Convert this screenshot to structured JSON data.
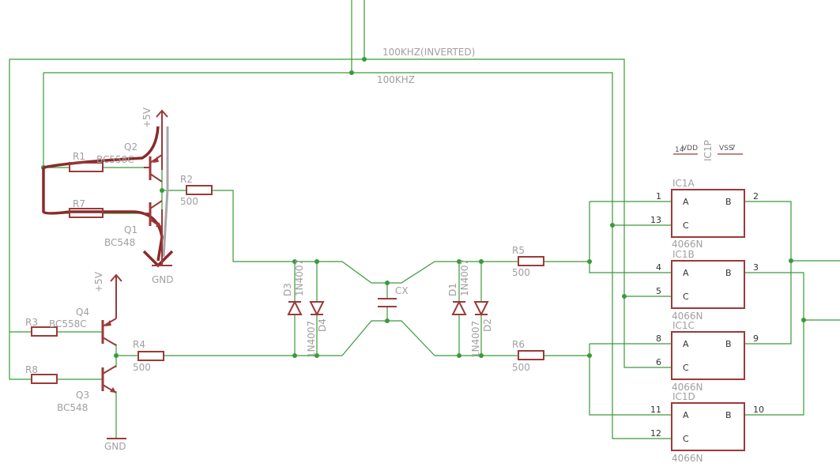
{
  "nets": {
    "inv": "100KHZ(INVERTED)",
    "clk": "100KHZ"
  },
  "supply": {
    "vcc": "+5V",
    "gnd": "GND"
  },
  "resistors": [
    {
      "name": "R1"
    },
    {
      "name": "R7"
    },
    {
      "name": "R3"
    },
    {
      "name": "R8"
    },
    {
      "name": "R2",
      "value": "500"
    },
    {
      "name": "R4",
      "value": "500"
    },
    {
      "name": "R5",
      "value": "500"
    },
    {
      "name": "R6",
      "value": "500"
    }
  ],
  "transistors": [
    {
      "name": "Q2",
      "type": "BC558C"
    },
    {
      "name": "Q1",
      "type": "BC548"
    },
    {
      "name": "Q4",
      "type": "BC558C"
    },
    {
      "name": "Q3",
      "type": "BC548"
    }
  ],
  "diodes": [
    {
      "name": "D3",
      "type": "1N4007"
    },
    {
      "name": "D4",
      "type": "1N4007"
    },
    {
      "name": "D1",
      "type": "1N4007"
    },
    {
      "name": "D2",
      "type": "1N4007"
    }
  ],
  "capacitor": {
    "name": "CX"
  },
  "ic_power": {
    "name": "IC1P",
    "vdd_pin": "14",
    "vdd": "VDD",
    "vss_pin": "7",
    "vss": "VSS"
  },
  "ic_gates": [
    {
      "name": "IC1A",
      "part": "4066N",
      "pin_a": "1",
      "pin_b": "2",
      "pin_c": "13"
    },
    {
      "name": "IC1B",
      "part": "4066N",
      "pin_a": "4",
      "pin_b": "3",
      "pin_c": "5"
    },
    {
      "name": "IC1C",
      "part": "4066N",
      "pin_a": "8",
      "pin_b": "9",
      "pin_c": "6"
    },
    {
      "name": "IC1D",
      "part": "4066N",
      "pin_a": "11",
      "pin_b": "10",
      "pin_c": "12"
    }
  ],
  "gate_pin_labels": {
    "a": "A",
    "b": "B",
    "c": "C"
  }
}
